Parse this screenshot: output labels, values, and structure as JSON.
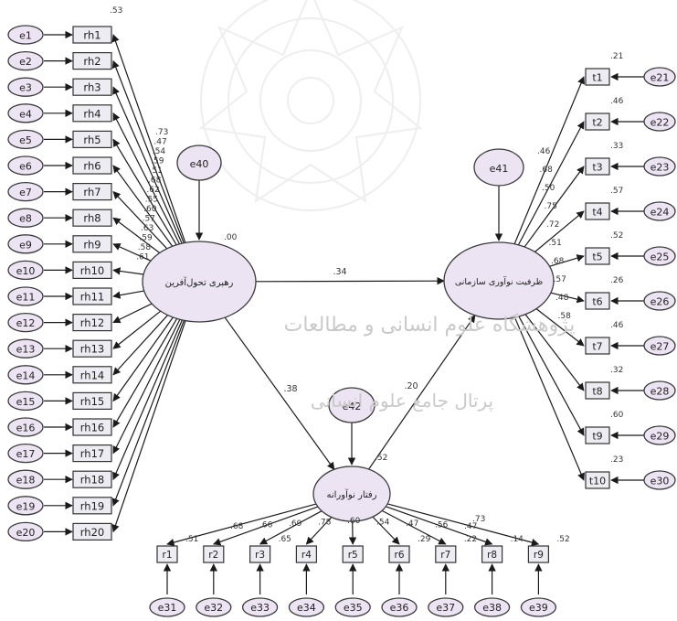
{
  "latents": {
    "left": {
      "label": "رهبری تحول‌آفرین",
      "error": "e40",
      "error_value": ".00"
    },
    "right": {
      "label": "ظرفیت نوآوری سازمانی",
      "error": "e41"
    },
    "bottom": {
      "label": "رفتار نوآورانه",
      "error": "e42",
      "error_value": ".52"
    }
  },
  "structural_paths": {
    "left_to_right": ".34",
    "left_to_bottom": ".38",
    "bottom_to_right": ".20"
  },
  "left_indicators": [
    {
      "label": "rh1",
      "error": "e1"
    },
    {
      "label": "rh2",
      "error": "e2"
    },
    {
      "label": "rh3",
      "error": "e3"
    },
    {
      "label": "rh4",
      "error": "e4"
    },
    {
      "label": "rh5",
      "error": "e5"
    },
    {
      "label": "rh6",
      "error": "e6"
    },
    {
      "label": "rh7",
      "error": "e7"
    },
    {
      "label": "rh8",
      "error": "e8"
    },
    {
      "label": "rh9",
      "error": "e9"
    },
    {
      "label": "rh10",
      "error": "e10"
    },
    {
      "label": "rh11",
      "error": "e11"
    },
    {
      "label": "rh12",
      "error": "e12"
    },
    {
      "label": "rh13",
      "error": "e13"
    },
    {
      "label": "rh14",
      "error": "e14"
    },
    {
      "label": "rh15",
      "error": "e15"
    },
    {
      "label": "rh16",
      "error": "e16"
    },
    {
      "label": "rh17",
      "error": "e17"
    },
    {
      "label": "rh18",
      "error": "e18"
    },
    {
      "label": "rh19",
      "error": "e19"
    },
    {
      "label": "rh20",
      "error": "e20"
    }
  ],
  "left_loadings": [
    ".53",
    ".73",
    ".47",
    ".54",
    ".59",
    ".51",
    ".68",
    ".62",
    ".55",
    ".60",
    ".57",
    ".63",
    ".59",
    ".58",
    ".61"
  ],
  "right_indicators": [
    {
      "label": "t1",
      "error": "e21",
      "r2": ".21"
    },
    {
      "label": "t2",
      "error": "e22",
      "r2": ".46"
    },
    {
      "label": "t3",
      "error": "e23",
      "r2": ".33"
    },
    {
      "label": "t4",
      "error": "e24",
      "r2": ".57"
    },
    {
      "label": "t5",
      "error": "e25",
      "r2": ".52"
    },
    {
      "label": "t6",
      "error": "e26",
      "r2": ".26"
    },
    {
      "label": "t7",
      "error": "e27",
      "r2": ".46"
    },
    {
      "label": "t8",
      "error": "e28",
      "r2": ".32"
    },
    {
      "label": "t9",
      "error": "e29",
      "r2": ".60"
    },
    {
      "label": "t10",
      "error": "e30",
      "r2": ".23"
    }
  ],
  "right_loadings": [
    ".46",
    ".68",
    ".50",
    ".75",
    ".72",
    ".51",
    ".68",
    ".57",
    ".48",
    ".58"
  ],
  "bottom_indicators": [
    {
      "label": "r1",
      "error": "e31"
    },
    {
      "label": "r2",
      "error": "e32"
    },
    {
      "label": "r3",
      "error": "e33"
    },
    {
      "label": "r4",
      "error": "e34"
    },
    {
      "label": "r5",
      "error": "e35"
    },
    {
      "label": "r6",
      "error": "e36"
    },
    {
      "label": "r7",
      "error": "e37"
    },
    {
      "label": "r8",
      "error": "e38"
    },
    {
      "label": "r9",
      "error": "e39"
    }
  ],
  "bottom_loadings": [
    ".68",
    ".66",
    ".69",
    ".78",
    ".60",
    ".54",
    ".47",
    ".56",
    ".47"
  ],
  "bottom_r2": [
    ".51",
    "",
    ".65",
    "",
    "",
    ".29",
    ".22",
    ".14",
    ".52"
  ],
  "bottom_r2_extra": ".73",
  "watermark": {
    "line1": "پژوهشگاه علوم انسانی و مطالعات",
    "line2": "پرتال جامع علوم انسانی"
  },
  "colors": {
    "latent_fill": "#ece3f3",
    "latent_stroke": "#3a3a3a",
    "box_fill": "#ececf2",
    "line": "#1a1a1a",
    "watermark": "#cfcfcf"
  }
}
